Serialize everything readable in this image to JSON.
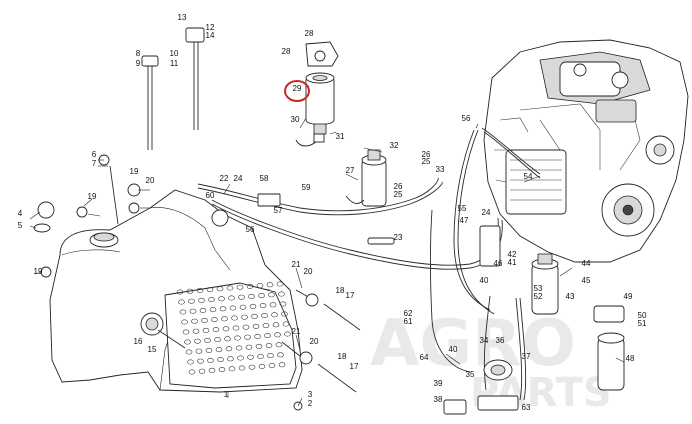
{
  "diagram": {
    "highlight_color": "#c62828",
    "highlighted_part": "29",
    "watermark": [
      "AGRO",
      "PARTS"
    ],
    "callouts": [
      "1",
      "2",
      "3",
      "4",
      "5",
      "6",
      "7",
      "8",
      "9",
      "10",
      "11",
      "12",
      "13",
      "14",
      "15",
      "16",
      "17",
      "18",
      "19",
      "20",
      "21",
      "22",
      "23",
      "24",
      "25",
      "26",
      "27",
      "28",
      "29",
      "30",
      "31",
      "32",
      "33",
      "34",
      "35",
      "36",
      "37",
      "38",
      "39",
      "40",
      "41",
      "42",
      "43",
      "44",
      "45",
      "46",
      "47",
      "48",
      "49",
      "50",
      "51",
      "52",
      "53",
      "54",
      "55",
      "56",
      "57",
      "58",
      "59",
      "60",
      "61",
      "62",
      "63",
      "64"
    ]
  }
}
